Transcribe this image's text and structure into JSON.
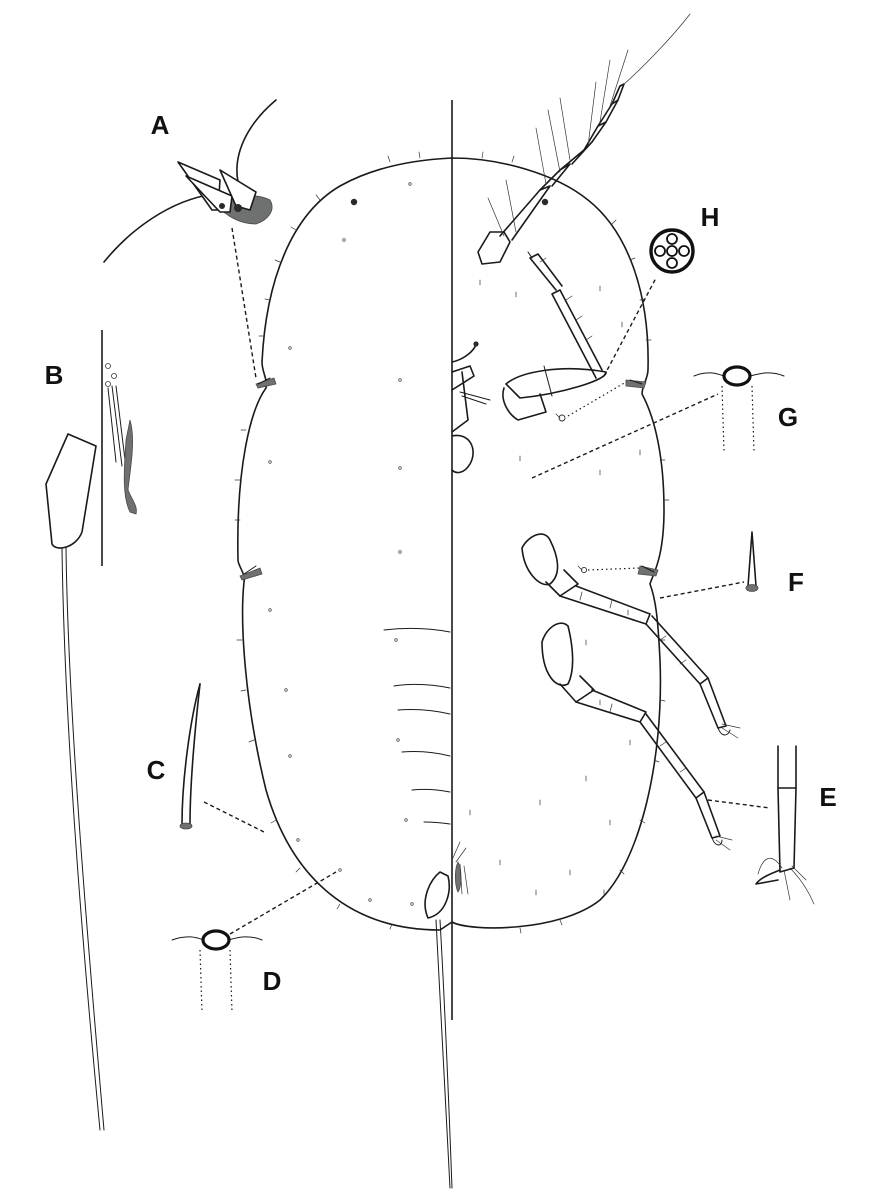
{
  "figure": {
    "panels": [
      {
        "label": "A",
        "key": "A"
      },
      {
        "label": "B",
        "key": "B"
      },
      {
        "label": "C",
        "key": "C"
      },
      {
        "label": "D",
        "key": "D"
      },
      {
        "label": "E",
        "key": "E"
      },
      {
        "label": "F",
        "key": "F"
      },
      {
        "label": "G",
        "key": "G"
      },
      {
        "label": "H",
        "key": "H"
      }
    ],
    "colors": {
      "line": "#1a1a1a",
      "shading": "#6f7070",
      "background": "#ffffff"
    }
  }
}
